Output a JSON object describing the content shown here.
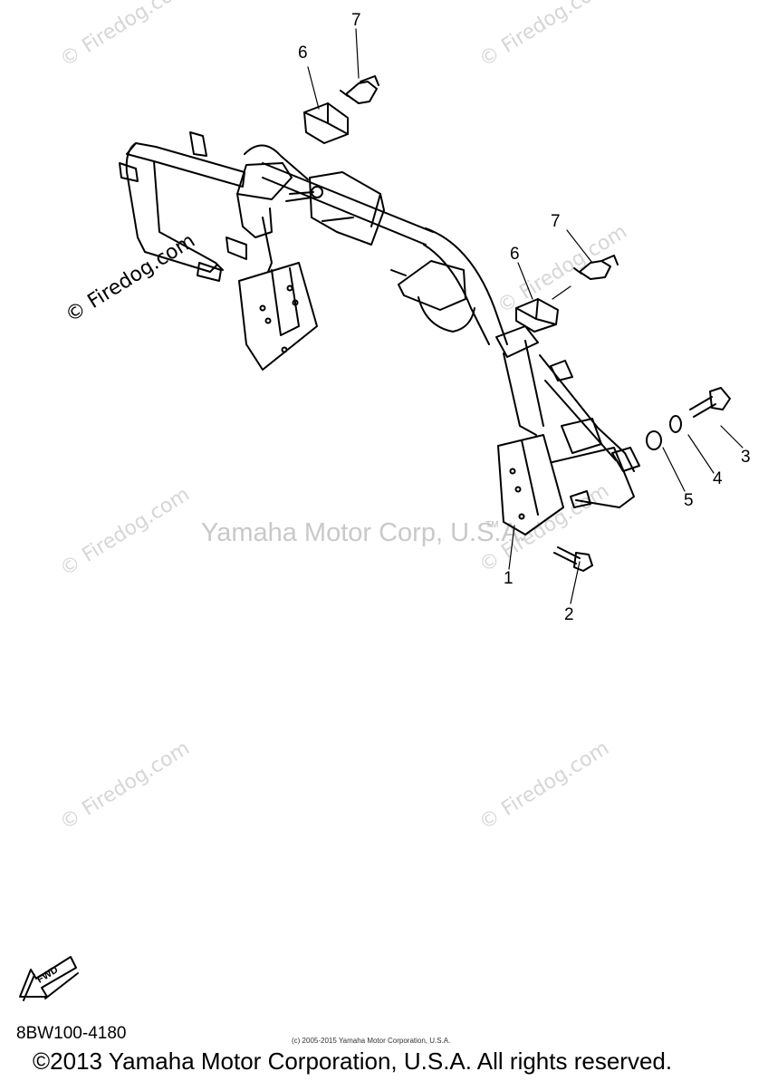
{
  "watermark": "© Firedog.com",
  "brand_watermark": "Yamaha Motor Corp, U.S.A.",
  "trademark": "TM",
  "callouts": [
    "1",
    "2",
    "3",
    "4",
    "5",
    "6",
    "7",
    "6",
    "7"
  ],
  "fwd_label": "FWD",
  "diagram_code": "8BW100-4180",
  "small_copyright": "(c) 2005-2015 Yamaha Motor Corporation, U.S.A.",
  "copyright": "©2013 Yamaha Motor Corporation, U.S.A. All rights reserved."
}
